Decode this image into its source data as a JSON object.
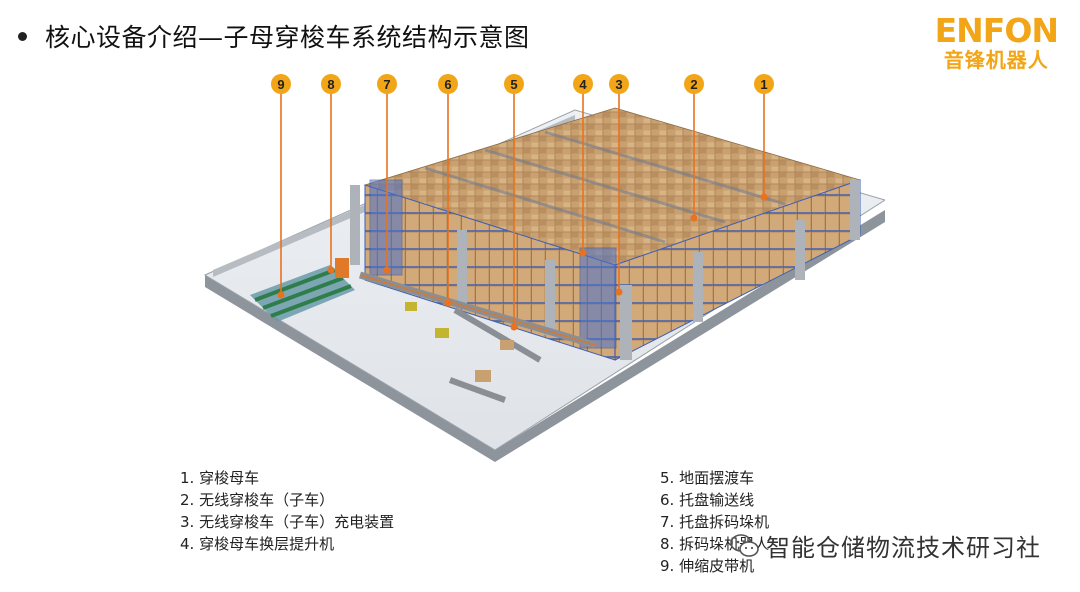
{
  "header": {
    "title": "核心设备介绍—子母穿梭车系统结构示意图",
    "logo_en": "ENFON",
    "logo_cn": "音锋机器人"
  },
  "colors": {
    "accent": "#f2a516",
    "callout": "#e8721f",
    "rack_blue": "#3a5fb8",
    "carton": "#c9a070"
  },
  "callouts": [
    "9",
    "8",
    "7",
    "6",
    "5",
    "4",
    "3",
    "2",
    "1"
  ],
  "legend_left": [
    "1. 穿梭母车",
    "2. 无线穿梭车（子车）",
    "3. 无线穿梭车（子车）充电装置",
    "4. 穿梭母车换层提升机"
  ],
  "legend_right": [
    "5. 地面摆渡车",
    "6. 托盘输送线",
    "7. 托盘拆码垛机",
    "8. 拆码垛机器人",
    "9. 伸缩皮带机"
  ],
  "watermark": {
    "icon": "wechat-icon",
    "text": "智能仓储物流技术研习社"
  }
}
